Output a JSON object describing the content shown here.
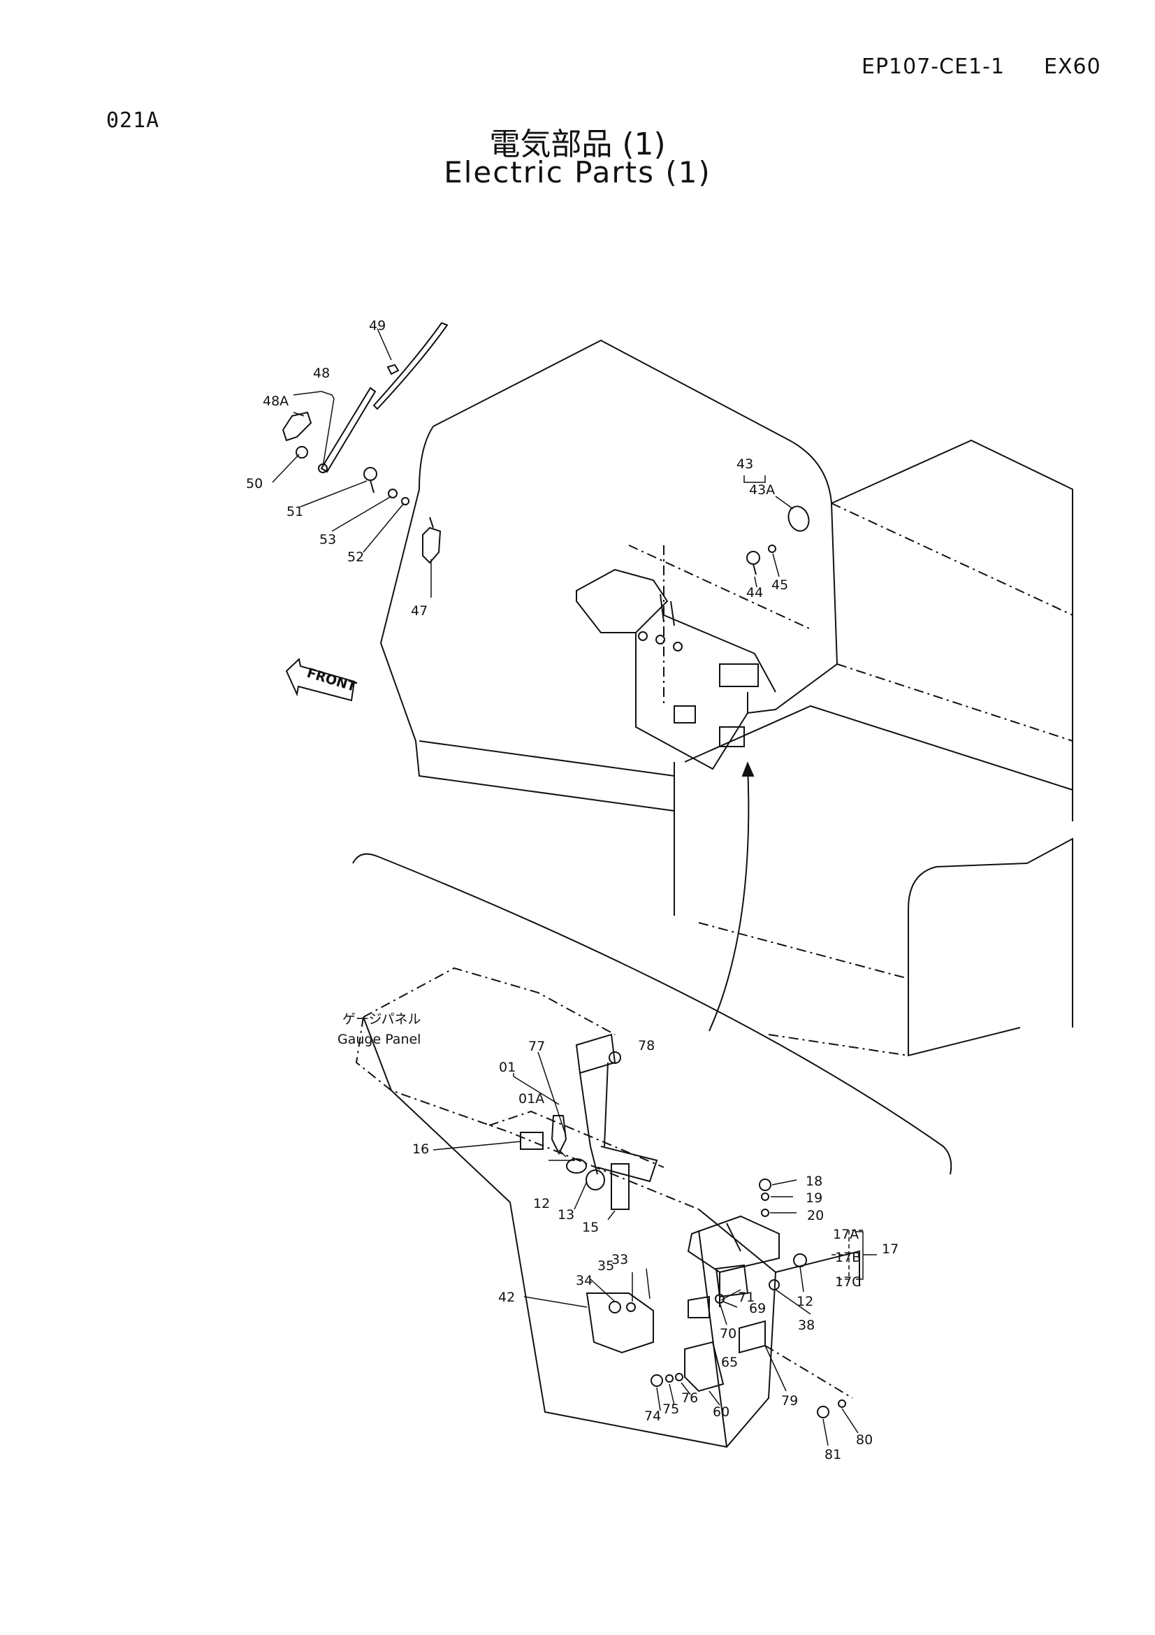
{
  "header": {
    "reference_code": "EP107-CE1-1",
    "model": "EX60",
    "page_code": "021A"
  },
  "title": {
    "japanese": "電気部品 (1)",
    "english": "Electric Parts (1)"
  },
  "direction_marker": "FRONT",
  "gauge_panel_label": {
    "japanese": "ゲージパネル",
    "english": "Gauge Panel"
  },
  "part_callouts": {
    "p49": "49",
    "p48": "48",
    "p48A": "48A",
    "p50": "50",
    "p51": "51",
    "p53": "53",
    "p52": "52",
    "p47": "47",
    "p43": "43",
    "p43A": "43A",
    "p44": "44",
    "p45": "45",
    "p77": "77",
    "p78": "78",
    "p01": "01",
    "p01A": "01A",
    "p16": "16",
    "p12a": "12",
    "p13": "13",
    "p15": "15",
    "p18": "18",
    "p19": "19",
    "p20": "20",
    "p17A": "17A",
    "p17B": "17B",
    "p17C": "17C",
    "p17": "17",
    "p12b": "12",
    "p38": "38",
    "p69": "69",
    "p71": "71",
    "p70": "70",
    "p65": "65",
    "p42": "42",
    "p34": "34",
    "p35": "35",
    "p33": "33",
    "p74": "74",
    "p75": "75",
    "p76": "76",
    "p60": "60",
    "p79": "79",
    "p80": "80",
    "p81": "81"
  }
}
